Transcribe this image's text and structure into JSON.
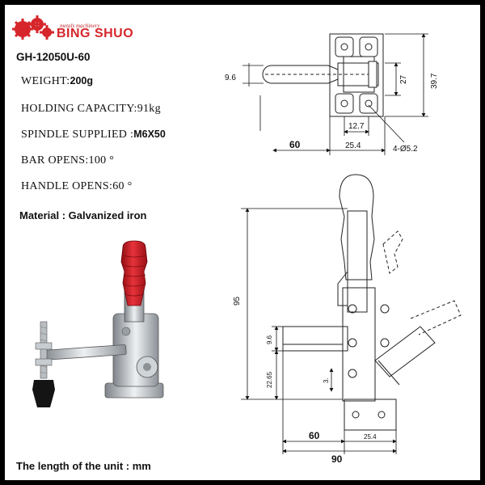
{
  "brand": {
    "tagline": "metals machinery",
    "name": "BING SHUO"
  },
  "model": "GH-12050U-60",
  "specs": {
    "weight_label": "WEIGHT:",
    "weight_value": "200g",
    "holding_label": "HOLDING CAPACITY:",
    "holding_value": "91kg",
    "spindle_label": "SPINDLE SUPPLIED :",
    "spindle_value": "M6X50",
    "bar_label": "BAR OPENS:",
    "bar_value": "100 °",
    "handle_label": "HANDLE OPENS:",
    "handle_value": "60 °"
  },
  "material": "Material :  Galvanized iron",
  "unit_note": "The length of the unit  : mm",
  "top_view": {
    "d_96": "9.6",
    "d_27": "27",
    "d_397": "39.7",
    "d_127": "12.7",
    "d_60": "60",
    "d_254": "25.4",
    "d_holes": "4-Ø5.2"
  },
  "side_view": {
    "d_95": "95",
    "d_96": "9.6",
    "d_2265": "22.65",
    "d_3": "3.",
    "d_60": "60",
    "d_254": "25.4",
    "d_90": "90"
  },
  "colors": {
    "brand_red": "#d6262b",
    "grip_red": "#d8202a",
    "frame": "#000000"
  }
}
